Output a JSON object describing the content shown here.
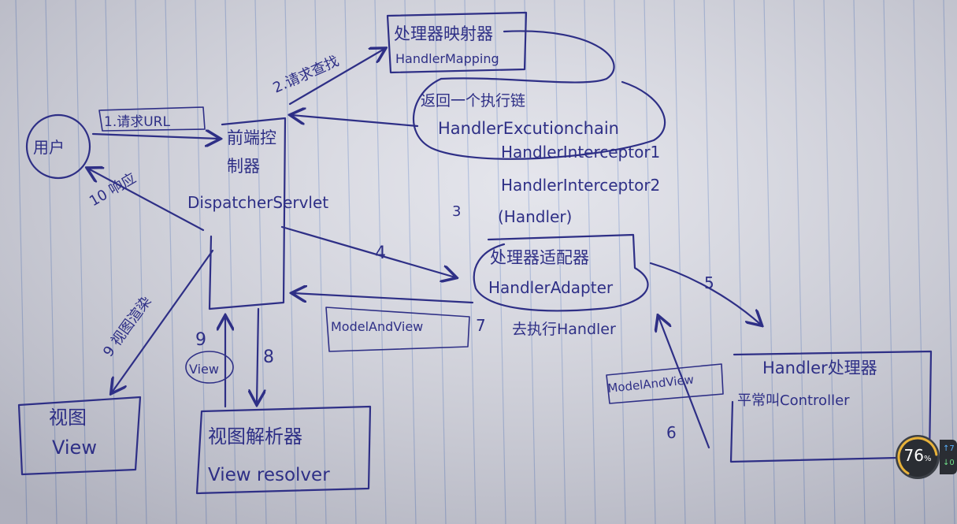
{
  "nodes": {
    "user": "用户",
    "dispatcher_cn": "前端控制器",
    "dispatcher_en": "DispatcherServlet",
    "mapping_cn": "处理器映射器",
    "mapping_en": "HandlerMapping",
    "chain_cn": "返回一个执行链",
    "chain_en": "HandlerExcutionchain",
    "interceptor1": "HandlerInterceptor1",
    "interceptor2": "HandlerInterceptor2",
    "handler_paren": "(Handler)",
    "adapter_cn": "处理器适配器",
    "adapter_en": "HandlerAdapter",
    "handler_cn": "Handler处理器",
    "handler_sub": "平常叫Controller",
    "resolver_cn": "视图解析器",
    "resolver_en": "View resolver",
    "view_cn": "视图",
    "view_en": "View"
  },
  "edges": {
    "e1": "1.请求URL",
    "e2": "2.请求查找",
    "e3": "3",
    "e4": "4",
    "e5": "5",
    "e6": "6",
    "e7": "7",
    "e8": "8",
    "e9": "9",
    "e10": "10",
    "respond": "响应",
    "render": "视图渲染",
    "model_and_view_1": "ModelAndView",
    "model_and_view_2": "ModelAndView",
    "view_tag": "View",
    "execute_handler": "去执行Handler"
  },
  "widget": {
    "percent": "76",
    "percent_sign": "%",
    "up_value": "7",
    "down_value": "0"
  },
  "colors": {
    "ink": "#2e2f86",
    "paper": "#dfe0e8",
    "rule_line": "#9fb0d6"
  }
}
